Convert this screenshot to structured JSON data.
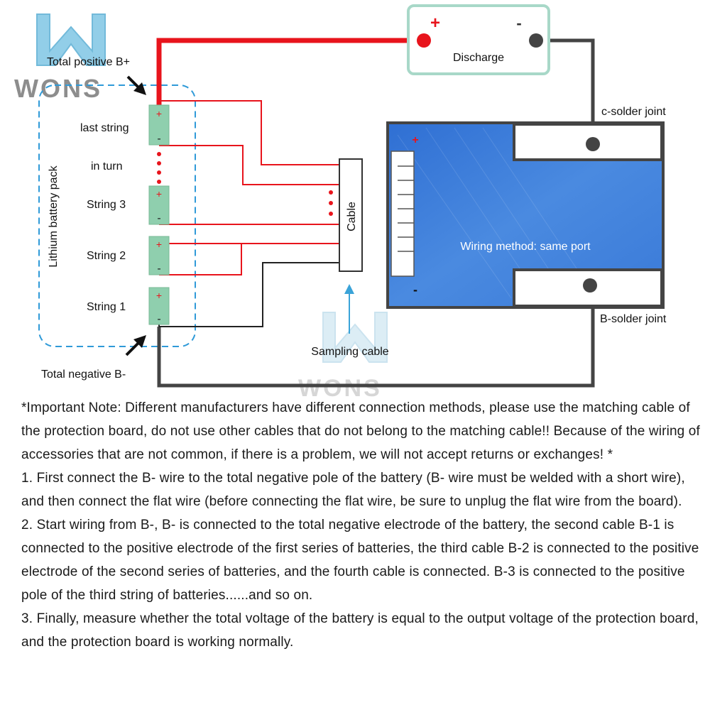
{
  "watermark": {
    "brand": "WONS"
  },
  "diagram": {
    "total_positive": "Total positive B+",
    "total_negative": "Total negative B-",
    "pack_label": "Lithium battery pack",
    "cells": [
      {
        "label": "last string"
      },
      {
        "label": "in turn"
      },
      {
        "label": "String 3"
      },
      {
        "label": "String 2"
      },
      {
        "label": "String 1"
      }
    ],
    "plus_sign": "+",
    "minus_sign": "-",
    "discharge": {
      "label": "Discharge",
      "plus": "+",
      "minus": "-"
    },
    "cable_label": "Cable",
    "sampling_cable": "Sampling cable",
    "board": {
      "plus": "+",
      "minus": "-",
      "wiring_method": "Wiring method: same port"
    },
    "c_solder_joint": "c-solder joint",
    "b_solder_joint": "B-solder joint",
    "colors": {
      "positive_wire": "#e8141c",
      "negative_wire": "#444444",
      "board": "#3a78d6",
      "discharge_box": "#a8d8c8",
      "cell": "#8fcfae"
    }
  },
  "notes": {
    "important": "*Important Note: Different manufacturers have different connection methods, please use the matching cable of the protection board, do not use other cables that do not belong to the matching cable!! Because of the wiring of accessories that are not common, if there is a problem, we will not accept returns or exchanges! *",
    "step1": "1. First connect the B- wire to the total negative pole of the battery (B- wire must be welded with a short wire), and then connect the flat wire (before connecting the flat wire, be sure to unplug the flat wire from the board).",
    "step2": "2. Start wiring from B-, B- is connected to the total negative electrode of the battery, the second cable B-1 is connected to the positive electrode of the first series of batteries, the third cable B-2 is connected to the positive electrode of the second series of batteries, and the fourth cable is connected. B-3 is connected to the positive pole of the third string of batteries......and so on.",
    "step3": "3. Finally, measure whether the total voltage of the battery is equal to the output voltage of the protection board, and the protection board is working normally."
  }
}
